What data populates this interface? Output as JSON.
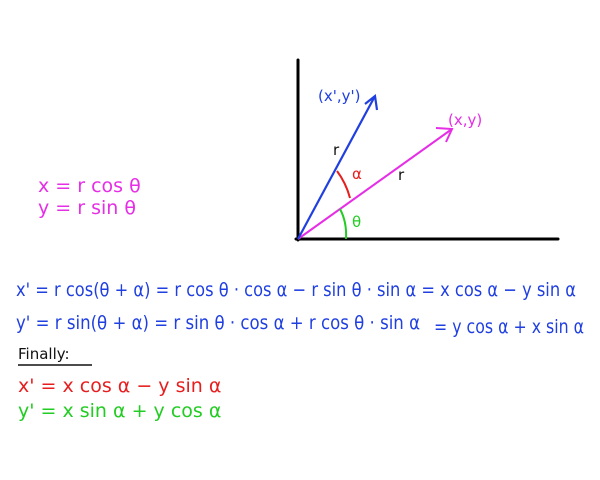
{
  "colors": {
    "axes": "#000000",
    "magenta": "#e62ee6",
    "blue": "#1f3fe0",
    "red": "#e61e1e",
    "green": "#22cc22",
    "black": "#111111"
  },
  "diagram": {
    "labels": {
      "rotated_point": "(x',y')",
      "point": "(x,y)",
      "r_upper": "r",
      "r_lower": "r",
      "alpha": "α",
      "theta": "θ"
    }
  },
  "polar_equations": {
    "x": "x = r cos θ",
    "y": "y = r sin θ"
  },
  "derivation": {
    "x_prime": "x' = r cos(θ + α) = r cos θ · cos α − r sin θ · sin α = x cos α − y sin α",
    "y_prime_left": "y' = r sin(θ + α) = r sin θ · cos α + r cos θ · sin α",
    "y_prime_right": "= y cos α + x sin α"
  },
  "final": {
    "heading": "Finally:",
    "x_prime": "x' = x cos α − y sin α",
    "y_prime": "y' = x sin α + y cos α"
  }
}
